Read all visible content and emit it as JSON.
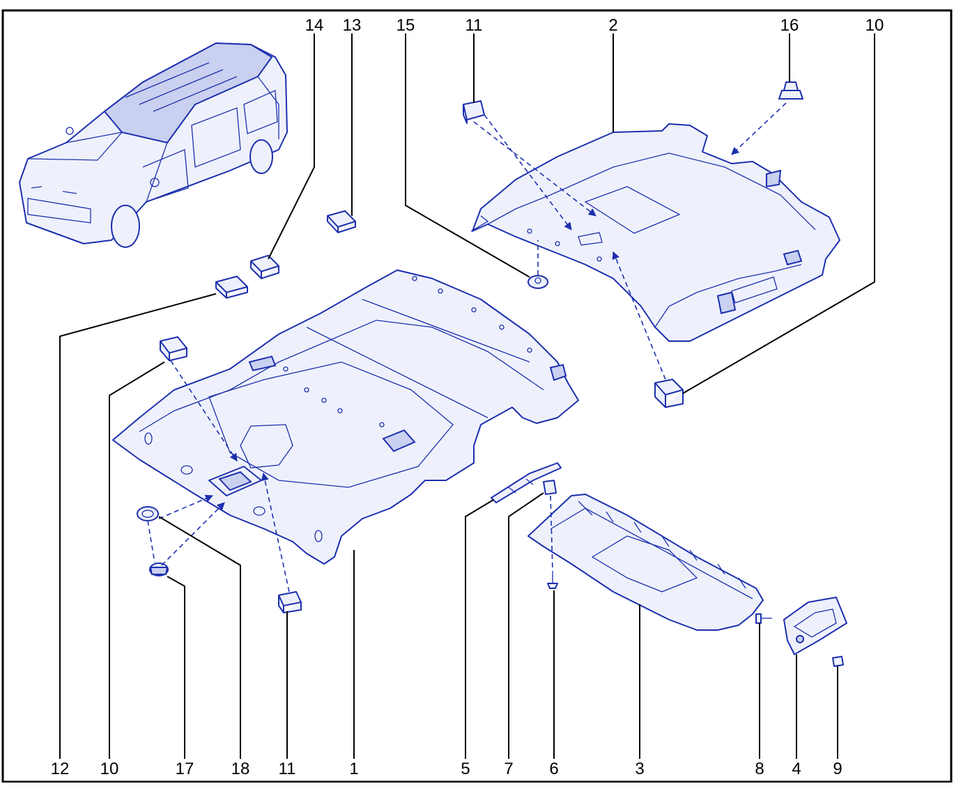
{
  "diagram": {
    "callouts": {
      "top": [
        "14",
        "13",
        "15",
        "11",
        "2",
        "16",
        "10"
      ],
      "bottom": [
        "12",
        "10",
        "17",
        "18",
        "11",
        "1",
        "5",
        "7",
        "6",
        "3",
        "8",
        "4",
        "9"
      ]
    }
  },
  "colors": {
    "line_art": "#1c2fae",
    "part_fill": "#eef1fb",
    "frame": "#000000"
  }
}
